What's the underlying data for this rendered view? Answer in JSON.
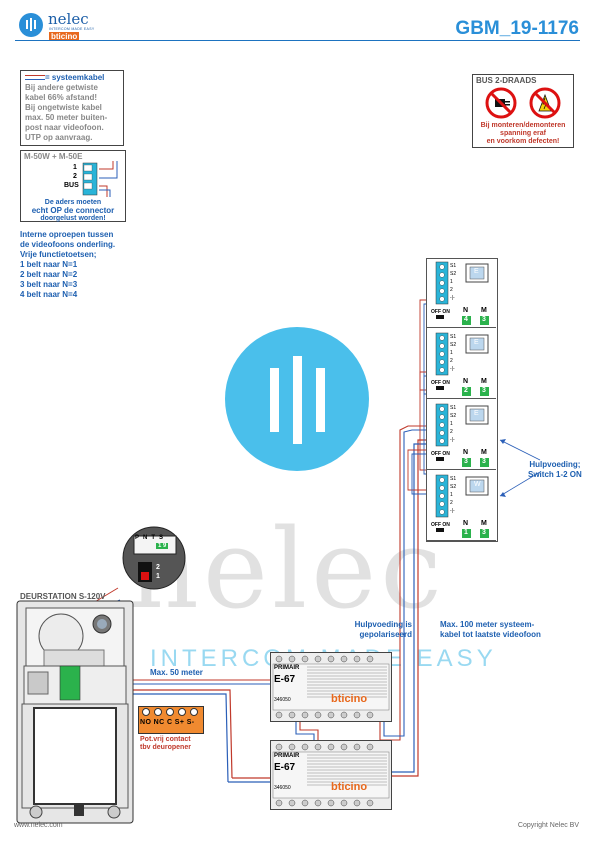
{
  "header": {
    "logo_name": "nelec",
    "logo_tagline": "INTERCOM MADE EASY",
    "logo_brand": "bticino",
    "doc_id": "GBM_19-1176"
  },
  "cable_note": {
    "legend": "= systeemkabel",
    "lines": [
      "Bij andere getwiste",
      "kabel 66% afstand!",
      "Bij ongetwiste kabel",
      "max. 50 meter buiten-",
      "post naar videofoon.",
      "UTP op aanvraag."
    ]
  },
  "connector_note": {
    "title": "M-50W + M-50E",
    "pins": [
      "1",
      "2",
      "BUS"
    ],
    "warn1": "De aders moeten",
    "warn2": "echt OP de connector",
    "warn3": "doorgelust worden!"
  },
  "internal_note": {
    "lines": [
      "Interne oproepen tussen",
      "de videofoons onderling.",
      "Vrije functietoetsen;",
      "1 belt naar N=1",
      "2 belt naar N=2",
      "3 belt naar N=3",
      "4 belt naar N=4"
    ]
  },
  "bus_warning": {
    "title": "BUS 2-DRAADS",
    "lines": [
      "Bij monteren/demonteren",
      "spanning eraf",
      "en voorkom defecten!"
    ]
  },
  "monitors": [
    {
      "n": "4",
      "m": "3",
      "screen": "E",
      "switch": "OFF ON"
    },
    {
      "n": "2",
      "m": "3",
      "screen": "E",
      "switch": "OFF ON"
    },
    {
      "n": "3",
      "m": "3",
      "screen": "E",
      "switch": "OFF ON"
    },
    {
      "n": "1",
      "m": "3",
      "screen": "W",
      "switch": "OFF ON"
    }
  ],
  "monitor_headers": {
    "n": "N",
    "m": "M",
    "terminals": [
      "S1",
      "S2",
      "1",
      "2",
      "-|-"
    ]
  },
  "annotations": {
    "hulpvoeding": "Hulpvoeding;",
    "switch": "Switch 1-2 ON",
    "polarized1": "Hulpvoeding is",
    "polarized2": "gepolariseerd",
    "max100_1": "Max. 100 meter systeem-",
    "max100_2": "kabel tot laatste videofoon",
    "max50": "Max. 50 meter",
    "door_station": "DEURSTATION S-120V",
    "relay1": "Pot.vrij contact",
    "relay2": "tbv deuropener"
  },
  "relay_terminals": [
    "NO",
    "NC",
    "C",
    "S+",
    "S-"
  ],
  "zoom_inset": {
    "labels": [
      "P",
      "N",
      "T",
      "S"
    ],
    "values": [
      "1",
      "9"
    ],
    "dip": [
      "2",
      "1"
    ]
  },
  "psu": {
    "label_top": "PRIMAIR",
    "model": "E-67",
    "code": "346050",
    "brand": "bticino"
  },
  "footer": {
    "left": "www.nelec.com",
    "right": "Copyright Nelec BV"
  },
  "watermark": {
    "word": "nelec",
    "tagline": "INTERCOM MADE EASY"
  },
  "colors": {
    "accent": "#2a8fd8",
    "note_blue": "#1d5fb0",
    "cable_red": "#c0392b",
    "cable_blue": "#2b5fb8",
    "terminal_green": "#2bb24c",
    "terminal_cyan": "#2ab4d8",
    "relay_orange": "#f08a30"
  }
}
